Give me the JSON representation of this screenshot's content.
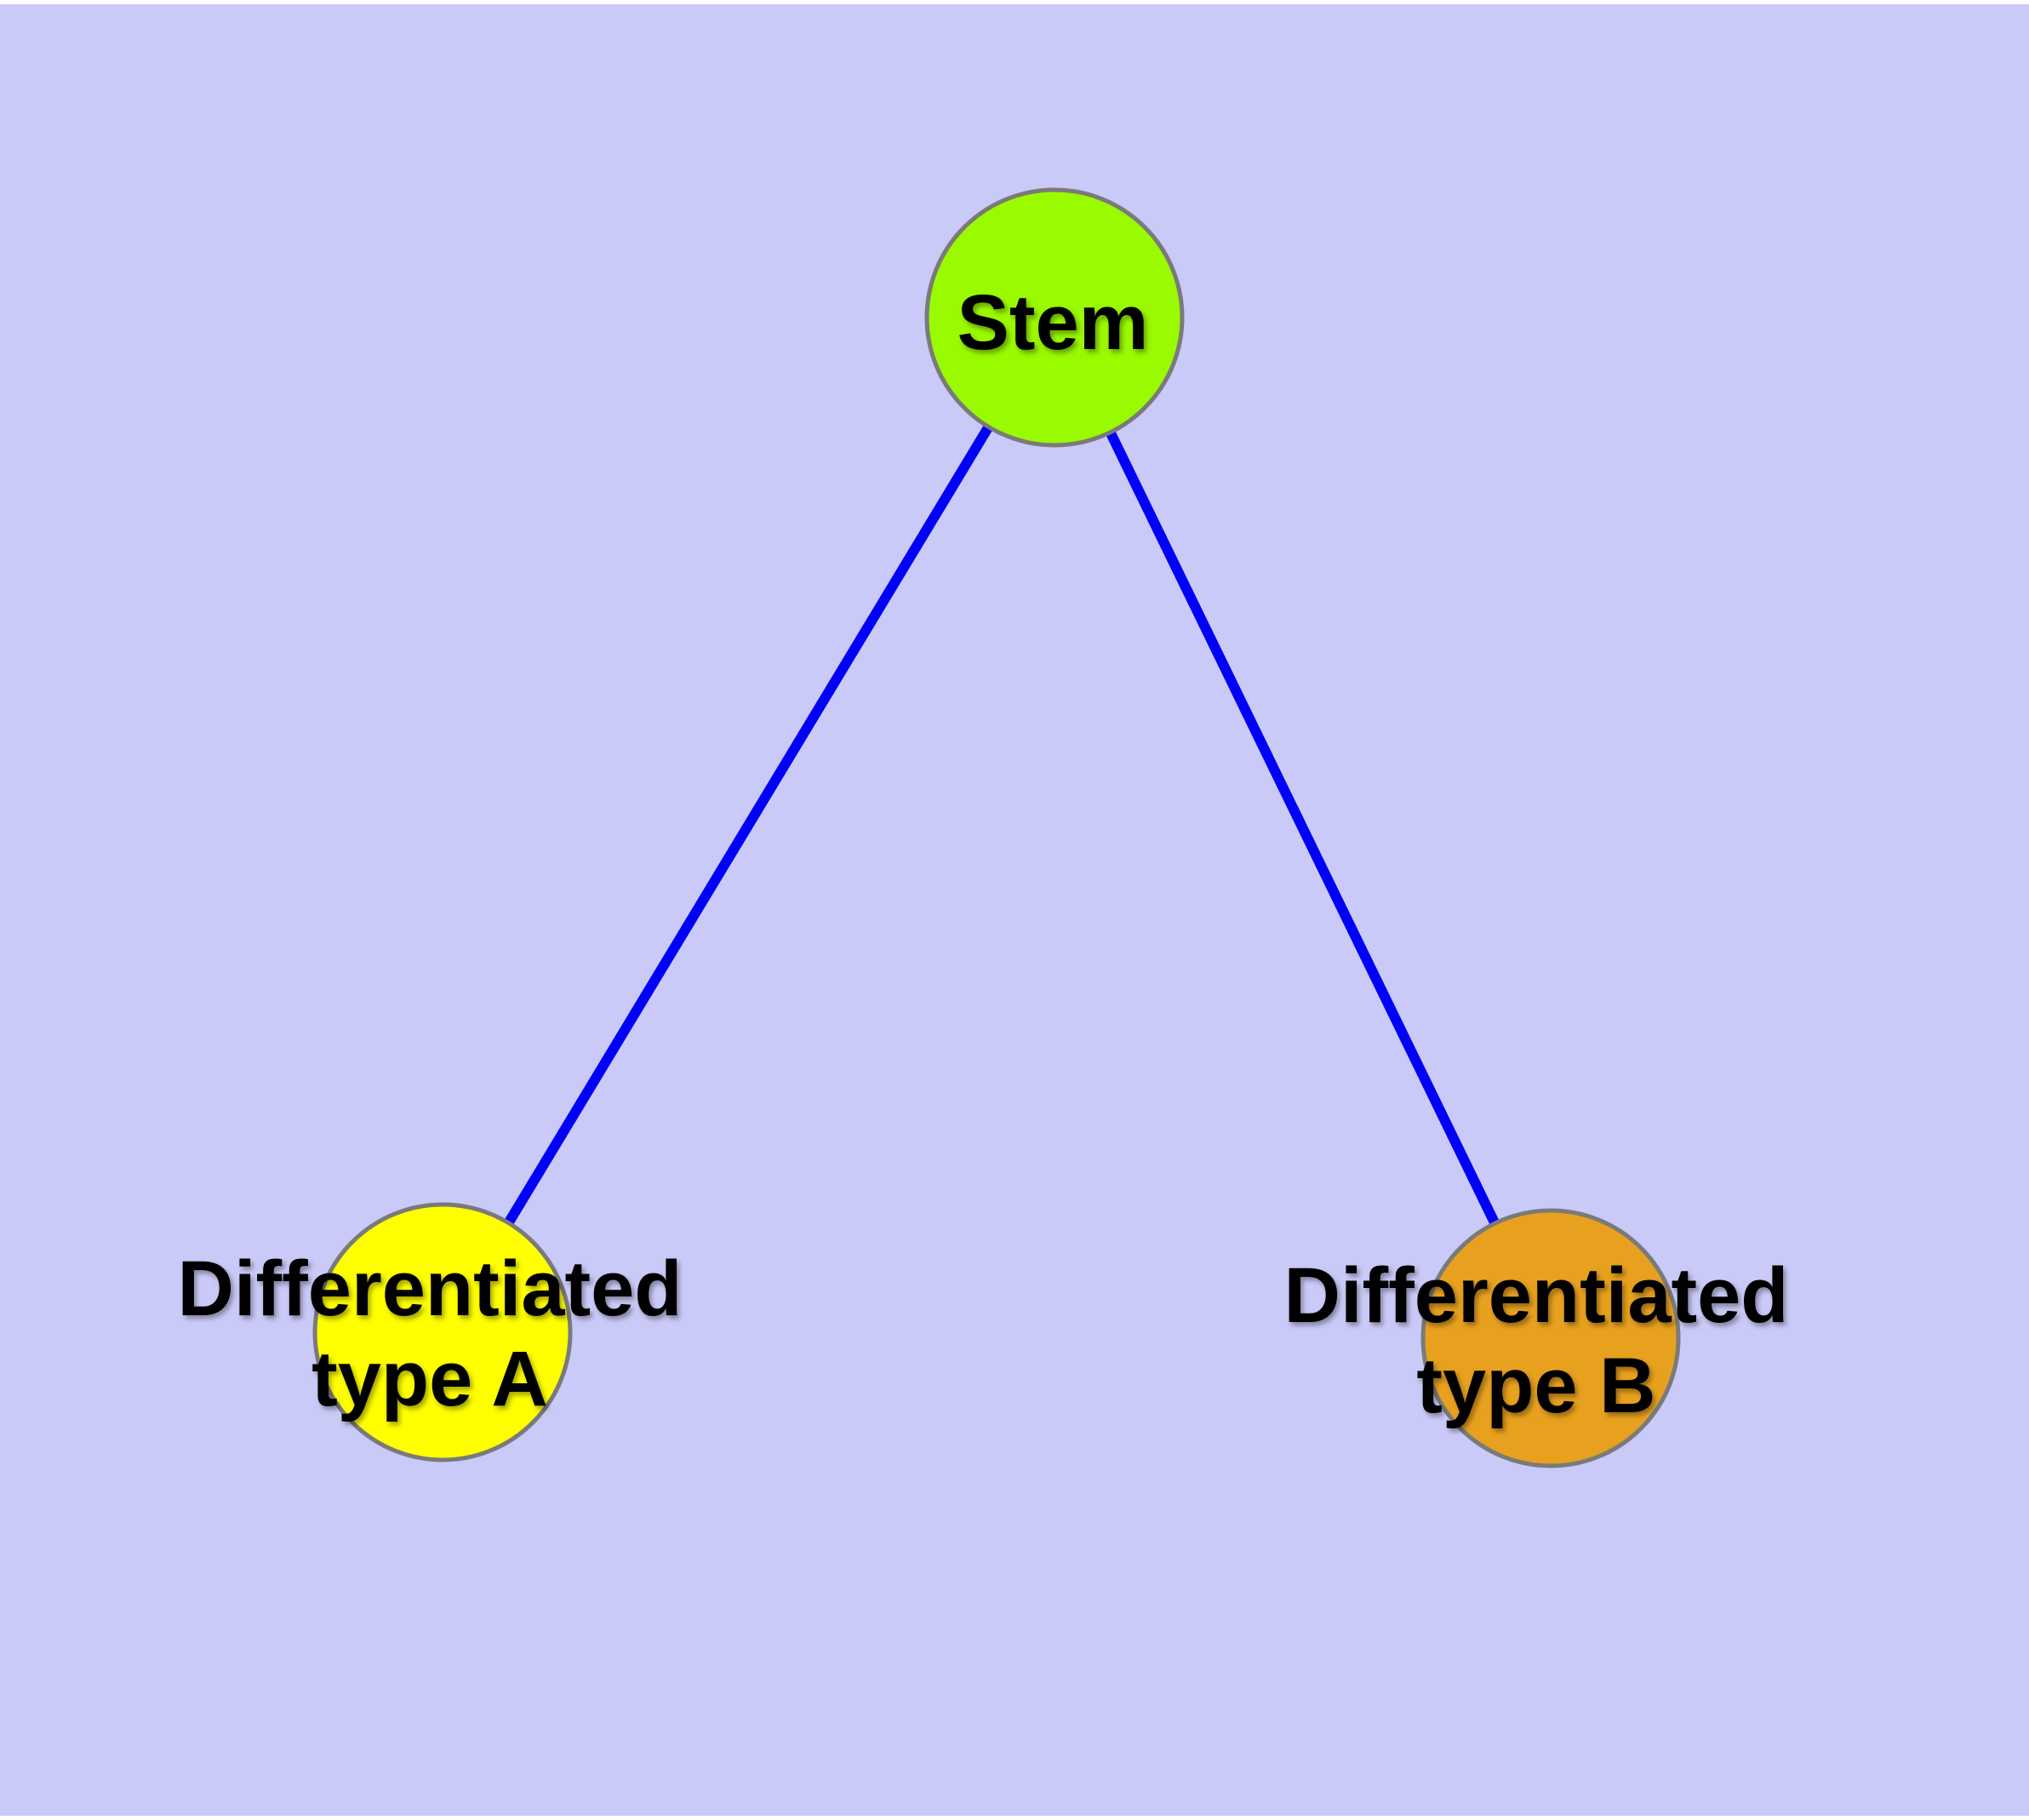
{
  "diagram": {
    "type": "graph",
    "background_color": "#CACAF8",
    "margin_color": "#FFFFFF",
    "edge_color": "#0000F8",
    "node_border_color": "#7A7A7A",
    "label_color": "#000000",
    "nodes": [
      {
        "id": "stem",
        "label": "Stem",
        "fill": "#9AFA00"
      },
      {
        "id": "differentiated-type-a",
        "label_line1": "Differentiated",
        "label_line2": "type A",
        "fill": "#FFFF00"
      },
      {
        "id": "differentiated-type-b",
        "label_line1": "Differentiated",
        "label_line2": "type B",
        "fill": "#E8A11E"
      }
    ],
    "edges": [
      {
        "from": "stem",
        "to": "differentiated-type-a"
      },
      {
        "from": "stem",
        "to": "differentiated-type-b"
      }
    ]
  }
}
